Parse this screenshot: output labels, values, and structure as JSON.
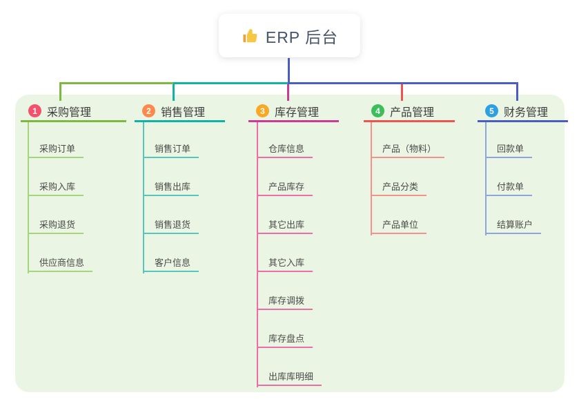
{
  "root": {
    "title": "ERP 后台",
    "icon": "thumbs-up-icon",
    "stem_color": "#4a5cc5"
  },
  "panel_color": "#eaf6e3",
  "branches": [
    {
      "badge": "1",
      "label": "采购管理",
      "badge_color": "#f4516c",
      "line_color": "#7cb93e",
      "child_line_color": "#a6d47a",
      "children": [
        "采购订单",
        "采购入库",
        "采购退货",
        "供应商信息"
      ]
    },
    {
      "badge": "2",
      "label": "销售管理",
      "badge_color": "#fc8a4d",
      "line_color": "#10b2a6",
      "child_line_color": "#57c5bb",
      "children": [
        "销售订单",
        "销售出库",
        "销售退货",
        "客户信息"
      ]
    },
    {
      "badge": "3",
      "label": "库存管理",
      "badge_color": "#f9a825",
      "line_color": "#cb3b93",
      "child_line_color": "#f06ca6",
      "children": [
        "仓库信息",
        "产品库存",
        "其它出库",
        "其它入库",
        "库存调拨",
        "库存盘点",
        "出库库明细"
      ]
    },
    {
      "badge": "4",
      "label": "产品管理",
      "badge_color": "#3ebd5c",
      "line_color": "#ef5350",
      "child_line_color": "#f5918c",
      "children": [
        "产品（物料）",
        "产品分类",
        "产品单位"
      ]
    },
    {
      "badge": "5",
      "label": "财务管理",
      "badge_color": "#2e9fe0",
      "line_color": "#4a5cc5",
      "child_line_color": "#8ca6dd",
      "children": [
        "回款单",
        "付款单",
        "结算账户"
      ]
    }
  ]
}
